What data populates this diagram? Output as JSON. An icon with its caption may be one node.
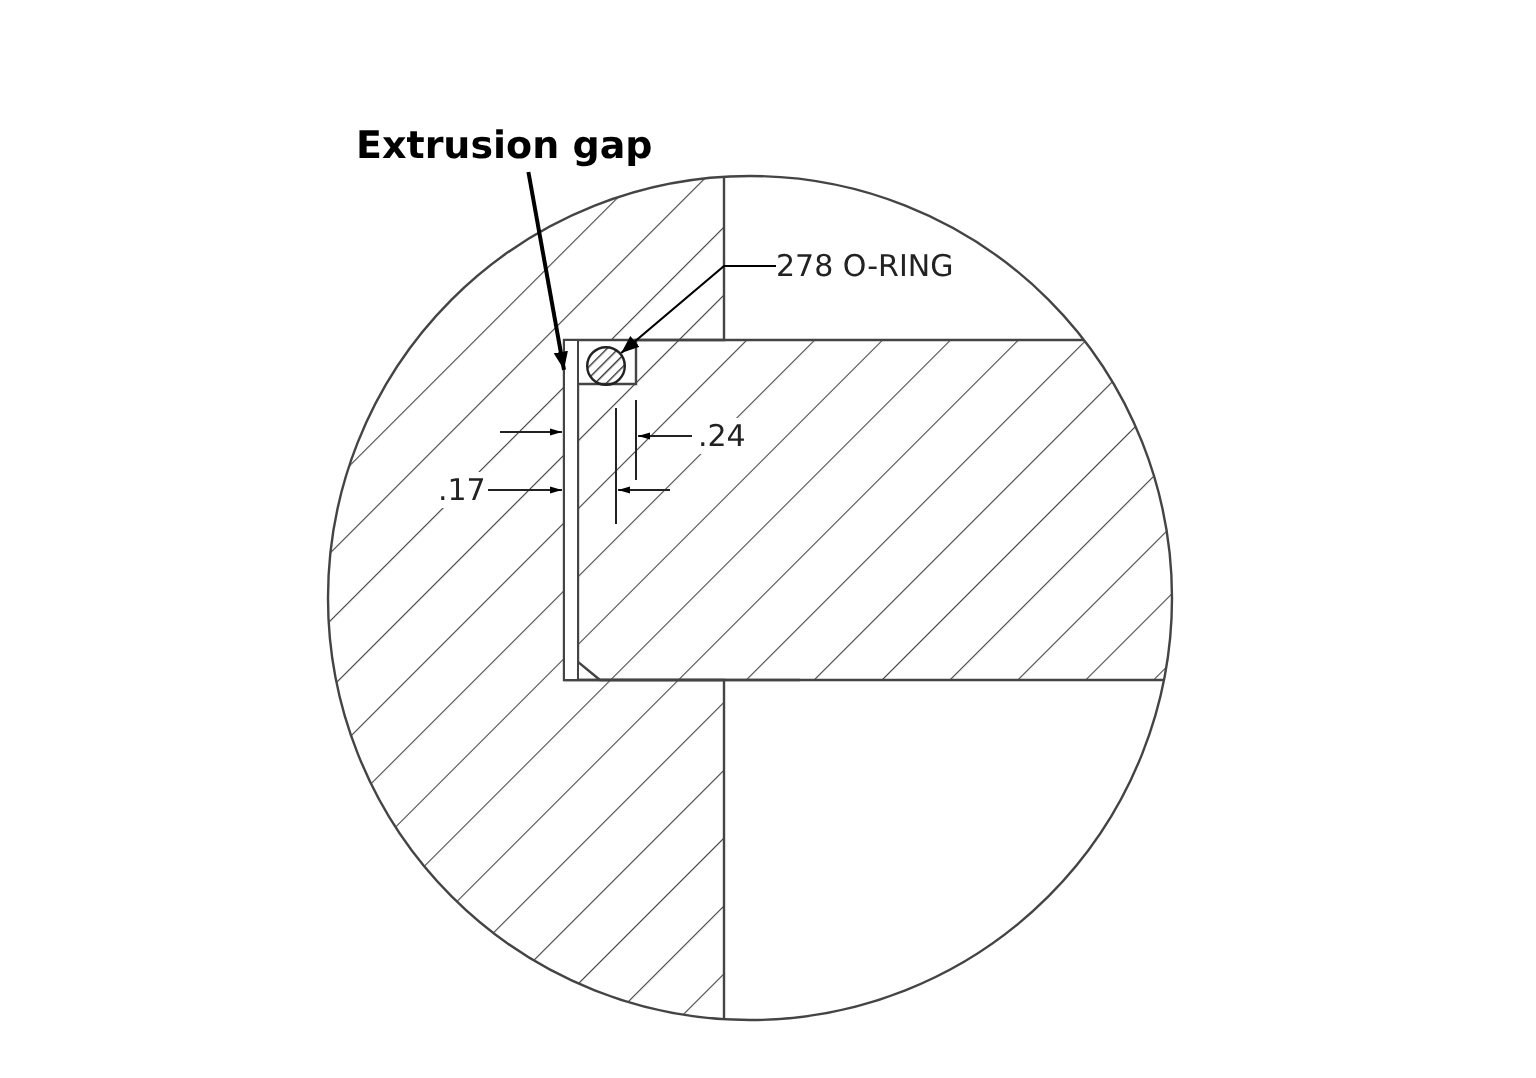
{
  "diagram": {
    "nodes": [
      {
        "text": [
          "Extrusion gap"
        ]
      },
      {
        "text": [],
        "shape": "bar"
      },
      {
        "text": [
          "278 O-RING"
        ]
      },
      {
        "text": [],
        "shape": "circle"
      }
    ],
    "edges": [
      {
        "from": 0,
        "to": 1,
        "arrow": "to"
      },
      {
        "from": 2,
        "to": 3,
        "arrow": "to"
      }
    ],
    "labels": [
      ".24",
      ".17"
    ]
  }
}
